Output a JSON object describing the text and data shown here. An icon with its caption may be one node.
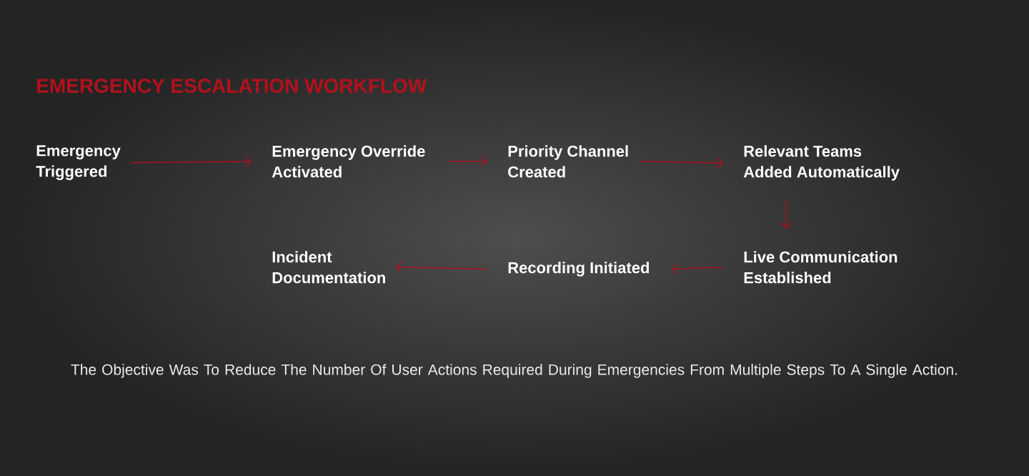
{
  "diagram": {
    "title": "EMERGENCY ESCALATION WORKFLOW",
    "caption": "The Objective Was To Reduce The Number Of User Actions Required During Emergencies From Multiple Steps To A Single Action.",
    "nodes": [
      {
        "text": [
          "Emergency Triggered"
        ]
      },
      {
        "text": [
          "Emergency Override Activated"
        ]
      },
      {
        "text": [
          "Priority Channel Created"
        ]
      },
      {
        "text": [
          "Relevant Teams Added Automatically"
        ]
      },
      {
        "text": [
          "Live Communication Established"
        ]
      },
      {
        "text": [
          "Recording Initiated"
        ]
      },
      {
        "text": [
          "Incident Documentation"
        ]
      }
    ],
    "edges": [
      {
        "from": 0,
        "to": 1,
        "arrow": "to"
      },
      {
        "from": 1,
        "to": 2,
        "arrow": "to"
      },
      {
        "from": 2,
        "to": 3,
        "arrow": "to"
      },
      {
        "from": 3,
        "to": 4,
        "arrow": "to"
      },
      {
        "from": 4,
        "to": 5,
        "arrow": "to"
      },
      {
        "from": 5,
        "to": 6,
        "arrow": "to"
      }
    ]
  }
}
